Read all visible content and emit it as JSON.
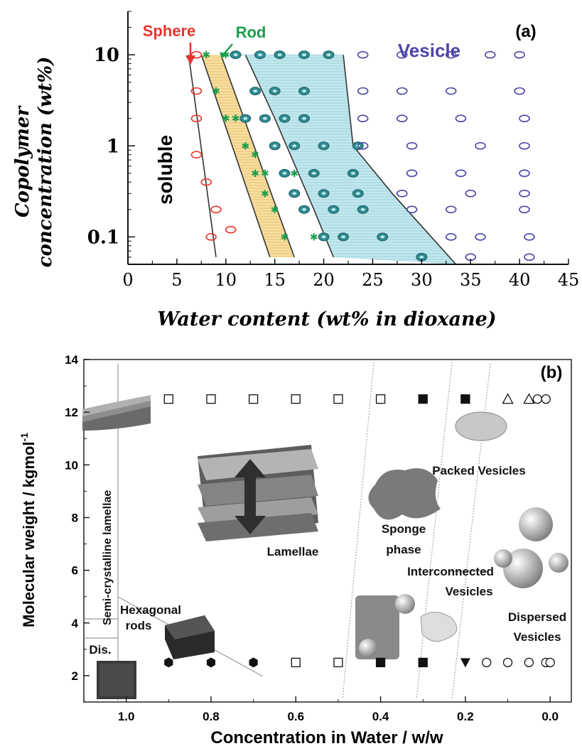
{
  "chart_data": [
    {
      "type": "scatter",
      "panel_label": "(a)",
      "xlabel": "Water content (wt% in dioxane)",
      "ylabel": [
        "Copolymer",
        "concentration (wt%)"
      ],
      "xlim": [
        0,
        45
      ],
      "ylim": [
        0.05,
        30
      ],
      "y_scale": "log",
      "x_ticks": [
        "0",
        "5",
        "10",
        "15",
        "20",
        "25",
        "30",
        "35",
        "40",
        "45"
      ],
      "y_ticks": [
        {
          "value": 10,
          "label": "10"
        },
        {
          "value": 1,
          "label": "1"
        },
        {
          "value": 0.1,
          "label": "0.1"
        }
      ],
      "labels": {
        "sphere": "Sphere",
        "rod": "Rod",
        "vesicle": "Vesicle",
        "soluble": "soluble"
      },
      "colors": {
        "sphere": "#e8352b",
        "rod": "#1b9e4b",
        "vesicle": "#4b45a8",
        "spot_fill": "#2e8a8f",
        "rod_band": "#f7dfa3",
        "vesicle_band": "#bfe6ec"
      },
      "boundaries": [
        {
          "name": "soluble-sphere",
          "points": [
            [
              6.2,
              10
            ],
            [
              9,
              0.06
            ]
          ]
        },
        {
          "name": "sphere-rod",
          "points": [
            [
              7.5,
              10
            ],
            [
              14.5,
              0.06
            ]
          ]
        },
        {
          "name": "rod-mixed",
          "points": [
            [
              9.5,
              10
            ],
            [
              17,
              0.06
            ]
          ]
        },
        {
          "name": "mixed-vesicle-start",
          "points": [
            [
              12,
              10
            ],
            [
              15,
              2
            ],
            [
              19,
              0.2
            ],
            [
              21,
              0.06
            ]
          ]
        },
        {
          "name": "vesicle-edge",
          "points": [
            [
              22,
              10
            ],
            [
              23,
              1
            ],
            [
              27,
              0.3
            ],
            [
              33.5,
              0.05
            ]
          ]
        }
      ],
      "series": [
        {
          "name": "Sphere",
          "points": [
            [
              7,
              10
            ],
            [
              7,
              4
            ],
            [
              7,
              2
            ],
            [
              7,
              0.8
            ],
            [
              8,
              0.4
            ],
            [
              9,
              0.2
            ],
            [
              10.5,
              0.12
            ],
            [
              8.5,
              0.1
            ]
          ]
        },
        {
          "name": "Rod",
          "points": [
            [
              8,
              10
            ],
            [
              9,
              4
            ],
            [
              10,
              2
            ],
            [
              12,
              1
            ],
            [
              13,
              0.8
            ],
            [
              13,
              0.5
            ],
            [
              14,
              0.3
            ],
            [
              15,
              0.2
            ],
            [
              16,
              0.1
            ]
          ]
        },
        {
          "name": "Rod (scattered)",
          "points": [
            [
              10,
              10
            ],
            [
              11,
              2
            ],
            [
              12,
              1
            ],
            [
              14,
              0.5
            ],
            [
              17,
              0.5
            ],
            [
              18,
              0.2
            ],
            [
              19,
              0.1
            ]
          ]
        },
        {
          "name": "Mixed rod/vesicle",
          "points": [
            [
              11,
              10
            ],
            [
              13.5,
              10
            ],
            [
              15.5,
              10
            ],
            [
              18,
              10
            ],
            [
              20.5,
              10
            ],
            [
              13,
              4
            ],
            [
              15,
              4
            ],
            [
              18,
              4
            ],
            [
              12,
              2
            ],
            [
              14,
              2
            ],
            [
              16,
              2
            ],
            [
              18,
              2
            ],
            [
              15,
              1
            ],
            [
              17,
              1
            ],
            [
              20,
              1
            ],
            [
              23.5,
              1
            ],
            [
              16,
              0.5
            ],
            [
              19,
              0.5
            ],
            [
              23,
              0.5
            ],
            [
              17,
              0.3
            ],
            [
              20,
              0.3
            ],
            [
              23.5,
              0.3
            ],
            [
              18,
              0.2
            ],
            [
              21,
              0.2
            ],
            [
              24,
              0.2
            ],
            [
              20,
              0.1
            ],
            [
              22,
              0.1
            ],
            [
              26,
              0.1
            ],
            [
              30,
              0.06
            ]
          ]
        },
        {
          "name": "Vesicle",
          "points": [
            [
              24,
              10
            ],
            [
              28,
              10
            ],
            [
              33,
              10
            ],
            [
              37,
              10
            ],
            [
              40,
              10
            ],
            [
              24,
              4
            ],
            [
              28,
              4
            ],
            [
              33,
              4
            ],
            [
              40,
              4
            ],
            [
              24,
              2
            ],
            [
              28,
              2
            ],
            [
              34,
              2
            ],
            [
              40.5,
              2
            ],
            [
              24,
              1
            ],
            [
              29,
              1
            ],
            [
              36,
              1
            ],
            [
              40.5,
              1
            ],
            [
              29,
              0.5
            ],
            [
              34,
              0.5
            ],
            [
              40.5,
              0.5
            ],
            [
              28,
              0.3
            ],
            [
              35,
              0.3
            ],
            [
              40.5,
              0.3
            ],
            [
              29,
              0.2
            ],
            [
              33,
              0.2
            ],
            [
              40.5,
              0.2
            ],
            [
              33,
              0.1
            ],
            [
              36,
              0.1
            ],
            [
              41,
              0.1
            ],
            [
              35,
              0.06
            ],
            [
              41,
              0.06
            ]
          ]
        }
      ]
    },
    {
      "type": "scatter",
      "panel_label": "(b)",
      "xlabel": "Concentration in Water / w/w",
      "ylabel": "Molecular weight / kgmol",
      "ylabel_superscript": "-1",
      "xlim": [
        1.1,
        -0.05
      ],
      "ylim": [
        1,
        14
      ],
      "x_ticks": [
        "1.0",
        "0.8",
        "0.6",
        "0.4",
        "0.2",
        "0.0"
      ],
      "y_ticks": [
        "2",
        "4",
        "6",
        "8",
        "10",
        "12",
        "14"
      ],
      "regions": {
        "lamellae": "Lamellae",
        "semi": "Semi-crystalline lamellae",
        "hex": [
          "Hexagonal",
          "rods"
        ],
        "dis": "Dis.",
        "packed": "Packed Vesicles",
        "sponge": [
          "Sponge",
          "phase"
        ],
        "interconnected": [
          "Interconnected",
          "Vesicles"
        ],
        "dispersed": [
          "Dispersed",
          "Vesicles"
        ]
      },
      "series": [
        {
          "marker": "open-square",
          "points": [
            [
              0.9,
              12.5
            ],
            [
              0.8,
              12.5
            ],
            [
              0.7,
              12.5
            ],
            [
              0.6,
              12.5
            ],
            [
              0.5,
              12.5
            ],
            [
              0.4,
              12.5
            ],
            [
              0.6,
              2.5
            ],
            [
              0.5,
              2.5
            ]
          ]
        },
        {
          "marker": "filled-square",
          "points": [
            [
              0.3,
              12.5
            ],
            [
              0.2,
              12.5
            ],
            [
              0.4,
              2.5
            ],
            [
              0.3,
              2.5
            ]
          ]
        },
        {
          "marker": "open-triangle",
          "points": [
            [
              0.1,
              12.5
            ],
            [
              0.05,
              12.5
            ]
          ]
        },
        {
          "marker": "open-circle",
          "points": [
            [
              0.03,
              12.5
            ],
            [
              0.01,
              12.5
            ],
            [
              0.15,
              2.5
            ],
            [
              0.1,
              2.5
            ],
            [
              0.05,
              2.5
            ],
            [
              0.01,
              2.5
            ],
            [
              0.0,
              2.5
            ]
          ]
        },
        {
          "marker": "filled-hexagon",
          "points": [
            [
              0.9,
              2.5
            ],
            [
              0.8,
              2.5
            ],
            [
              0.7,
              2.5
            ]
          ]
        },
        {
          "marker": "filled-triangle-down",
          "points": [
            [
              0.2,
              2.5
            ]
          ]
        }
      ]
    }
  ]
}
